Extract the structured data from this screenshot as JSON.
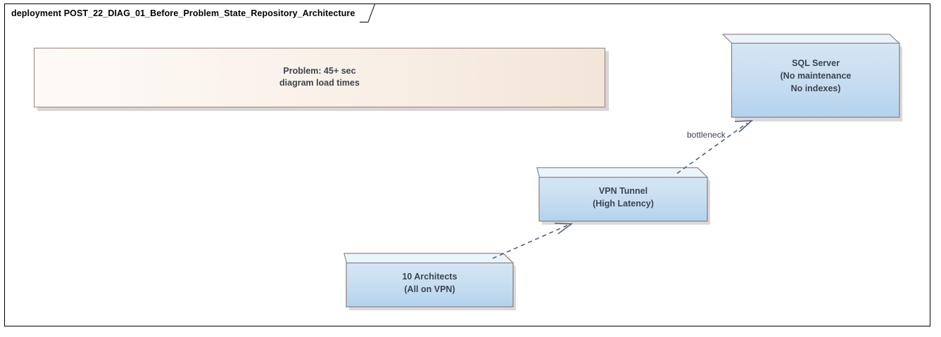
{
  "frame": {
    "keyword": "deployment",
    "title": "POST_22_DIAG_01_Before_Problem_State_Repository_Architecture",
    "tab_label": "deployment POST_22_DIAG_01_Before_Problem_State_Repository_Architecture",
    "border_color": "#000000"
  },
  "note": {
    "text": "Problem: 45+ sec\ndiagram load times",
    "fill_left": "#fdfaf7",
    "fill_right": "#f2e5d9",
    "border_color": "#9c8078",
    "text_color": "#3d4450"
  },
  "nodes": [
    {
      "id": "sql-server",
      "label": "SQL Server\n(No maintenance\nNo indexes)",
      "front_fill_top": "#d2e4f3",
      "front_fill_bottom": "#b3d3ee",
      "top_fill": "#eaf4fb",
      "side_fill": "#a9cbe8",
      "border_color": "#8a7f7d"
    },
    {
      "id": "vpn-tunnel",
      "label": "VPN Tunnel\n(High Latency)",
      "front_fill_top": "#d2e4f3",
      "front_fill_bottom": "#b3d3ee",
      "top_fill": "#eaf4fb",
      "side_fill": "#a9cbe8",
      "border_color": "#8a7f7d"
    },
    {
      "id": "ten-architects",
      "label": "10 Architects\n(All on VPN)",
      "front_fill_top": "#d2e4f3",
      "front_fill_bottom": "#b3d3ee",
      "top_fill": "#eaf4fb",
      "side_fill": "#a9cbe8",
      "border_color": "#8a7f7d"
    }
  ],
  "connectors": [
    {
      "id": "architects-to-vpn",
      "label": "",
      "from": "ten-architects",
      "to": "vpn-tunnel",
      "style": "dashed",
      "arrow": "open",
      "color": "#52617c"
    },
    {
      "id": "vpn-to-sql",
      "label": "bottleneck",
      "from": "vpn-tunnel",
      "to": "sql-server",
      "style": "dashed",
      "arrow": "open",
      "color": "#52617c"
    }
  ]
}
